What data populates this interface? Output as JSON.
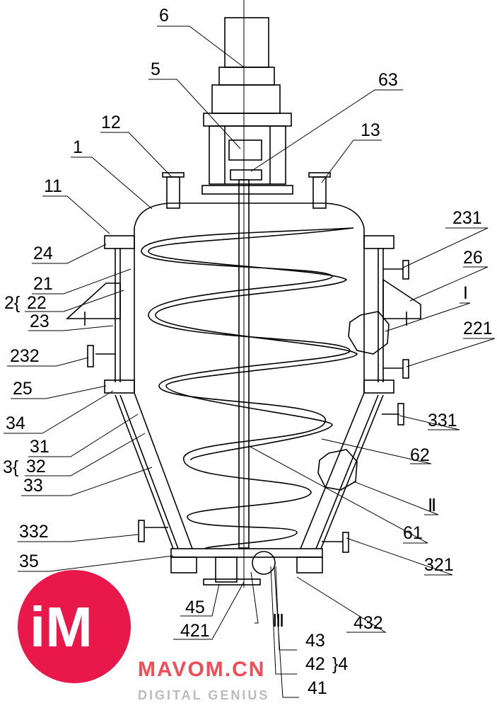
{
  "figure": {
    "labels": {
      "l6": "6",
      "l5": "5",
      "l63": "63",
      "l12": "12",
      "l13": "13",
      "l1": "1",
      "l11": "11",
      "l24": "24",
      "l21": "21",
      "l22": "22",
      "l23": "23",
      "l2": "2{",
      "l232": "232",
      "l25": "25",
      "l34": "34",
      "l31": "31",
      "l32": "32",
      "l33": "33",
      "l3": "3{",
      "l332": "332",
      "l35": "35",
      "l45": "45",
      "l421": "421",
      "l3roman": "Ⅲ",
      "l43": "43",
      "l42": "42",
      "l41": "41",
      "l4": "}4",
      "l432": "432",
      "l231": "231",
      "l26": "26",
      "l1roman": "I",
      "l221": "221",
      "l331": "331",
      "l62": "62",
      "l2roman": "Ⅱ",
      "l61": "61",
      "l321": "321"
    }
  },
  "watermark": {
    "logo": "iM",
    "site": "MAVOM.CN",
    "tagline": "DIGITAL GENIUS",
    "logo_color": "#e8194a",
    "site_color": "#f02d3a"
  }
}
